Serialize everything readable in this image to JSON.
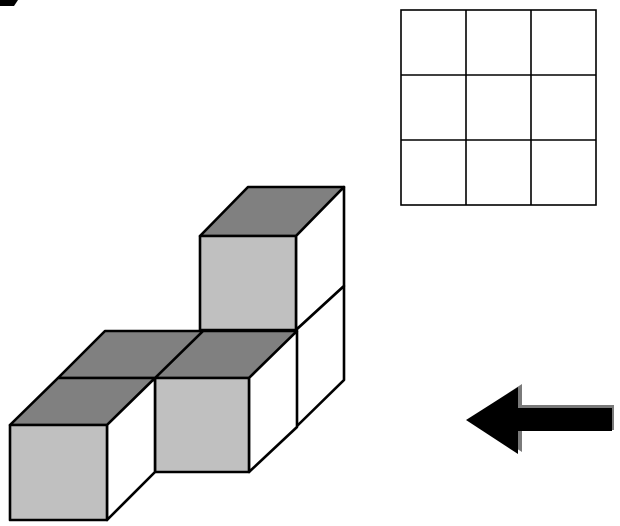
{
  "diagram": {
    "answer_grid": {
      "rows": 3,
      "cols": 3
    },
    "cube_structure": {
      "columns_left_to_right": [
        1,
        1,
        2
      ],
      "note_visible_cubes": 4
    },
    "view_arrow": {
      "direction": "left"
    },
    "colors": {
      "front_face": "#c0c0c0",
      "top_face": "#808080",
      "side_face": "#ffffff",
      "edge": "#000000",
      "arrow": "#000000",
      "arrow_shadow": "#7a7a7a"
    }
  }
}
